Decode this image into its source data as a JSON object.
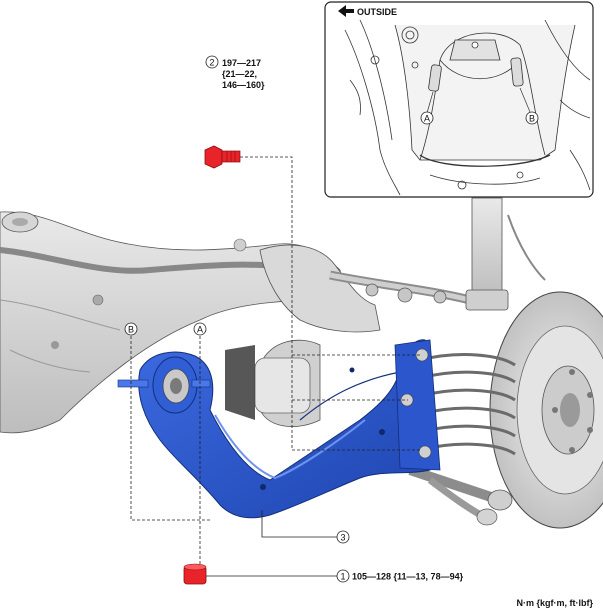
{
  "inset": {
    "direction_label": "OUTSIDE",
    "point_a": "A",
    "point_b": "B"
  },
  "callouts": {
    "c2": {
      "num": "2",
      "line1": "197—217",
      "line2": "{21—22,",
      "line3": "146—160}"
    },
    "c1": {
      "num": "1",
      "text": "105—128 {11—13, 78—94}"
    },
    "c3": {
      "num": "3"
    },
    "pa": "A",
    "pb": "B"
  },
  "units": "N·m {kgf·m, ft·lbf}",
  "colors": {
    "bolt": "#e8232a",
    "arm": "#2a55c9",
    "arm_shade": "#1d3f9e",
    "line": "#222222"
  }
}
